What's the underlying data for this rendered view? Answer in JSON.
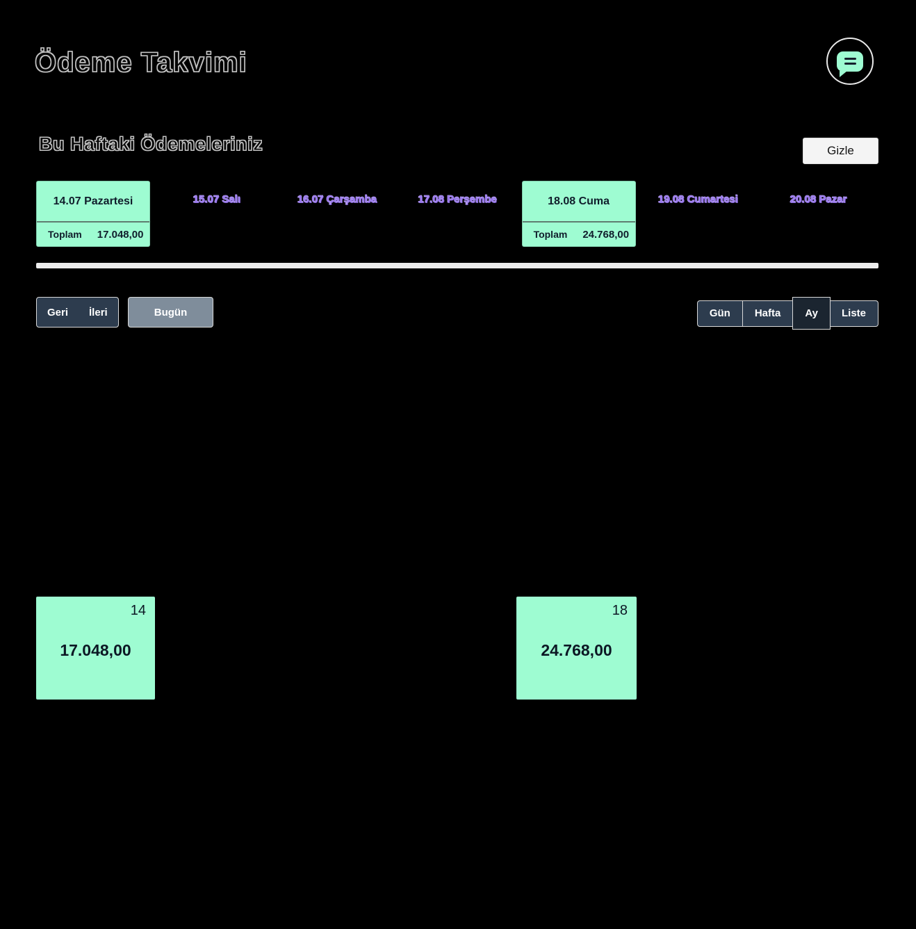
{
  "app": {
    "title": "Ödeme Takvimi"
  },
  "header": {
    "chat_button": {
      "icon": "chat-icon"
    }
  },
  "week_panel": {
    "title": "Bu Haftaki Ödemeleriniz",
    "hide_button_label": "Gizle",
    "total_label": "Toplam",
    "days": [
      {
        "label": "14.07 Pazartesi",
        "has_payment": true,
        "total": "17.048,00"
      },
      {
        "label": "15.07 Salı",
        "has_payment": false
      },
      {
        "label": "16.07 Çarşamba",
        "has_payment": false
      },
      {
        "label": "17.08 Perşembe",
        "has_payment": false
      },
      {
        "label": "18.08 Cuma",
        "has_payment": true,
        "total": "24.768,00"
      },
      {
        "label": "19.08 Cumartesi",
        "has_payment": false
      },
      {
        "label": "20.08 Pazar",
        "has_payment": false
      }
    ]
  },
  "toolbar": {
    "prev_label": "Geri",
    "next_label": "İleri",
    "today_label": "Bugün",
    "views": [
      {
        "label": "Gün",
        "active": false
      },
      {
        "label": "Hafta",
        "active": false
      },
      {
        "label": "Ay",
        "active": true
      },
      {
        "label": "Liste",
        "active": false
      }
    ]
  },
  "calendar": {
    "active_view": "Ay",
    "events": [
      {
        "day_number": "14",
        "amount": "17.048,00"
      },
      {
        "day_number": "18",
        "amount": "24.768,00"
      }
    ]
  },
  "colors": {
    "background": "#000000",
    "mint": "#9EFCD2",
    "purple": "#9B79F0",
    "navy": "#2D3C4E",
    "navy_active": "#1B2530",
    "gray_button": "#7F8D9B",
    "light_button": "#F4F4F4",
    "divider": "#EDEDED",
    "dark_text": "#101D2B"
  }
}
